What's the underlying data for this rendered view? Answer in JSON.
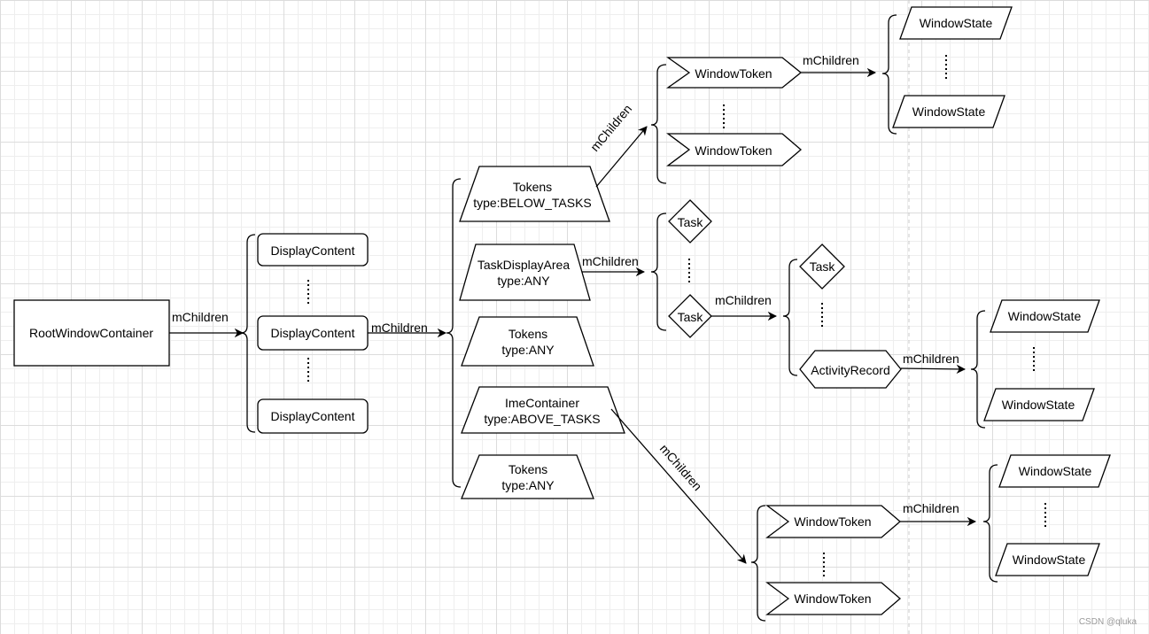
{
  "nodes": {
    "root": "RootWindowContainer",
    "display_content": "DisplayContent",
    "tokens_below": [
      "Tokens",
      "type:BELOW_TASKS"
    ],
    "task_display_area": [
      "TaskDisplayArea",
      "type:ANY"
    ],
    "tokens_any": [
      "Tokens",
      "type:ANY"
    ],
    "ime_container": [
      "ImeContainer",
      "type:ABOVE_TASKS"
    ],
    "window_token": "WindowToken",
    "window_state": "WindowState",
    "task": "Task",
    "activity_record": "ActivityRecord"
  },
  "edge_label": "mChildren",
  "watermark": "CSDN @qluka"
}
